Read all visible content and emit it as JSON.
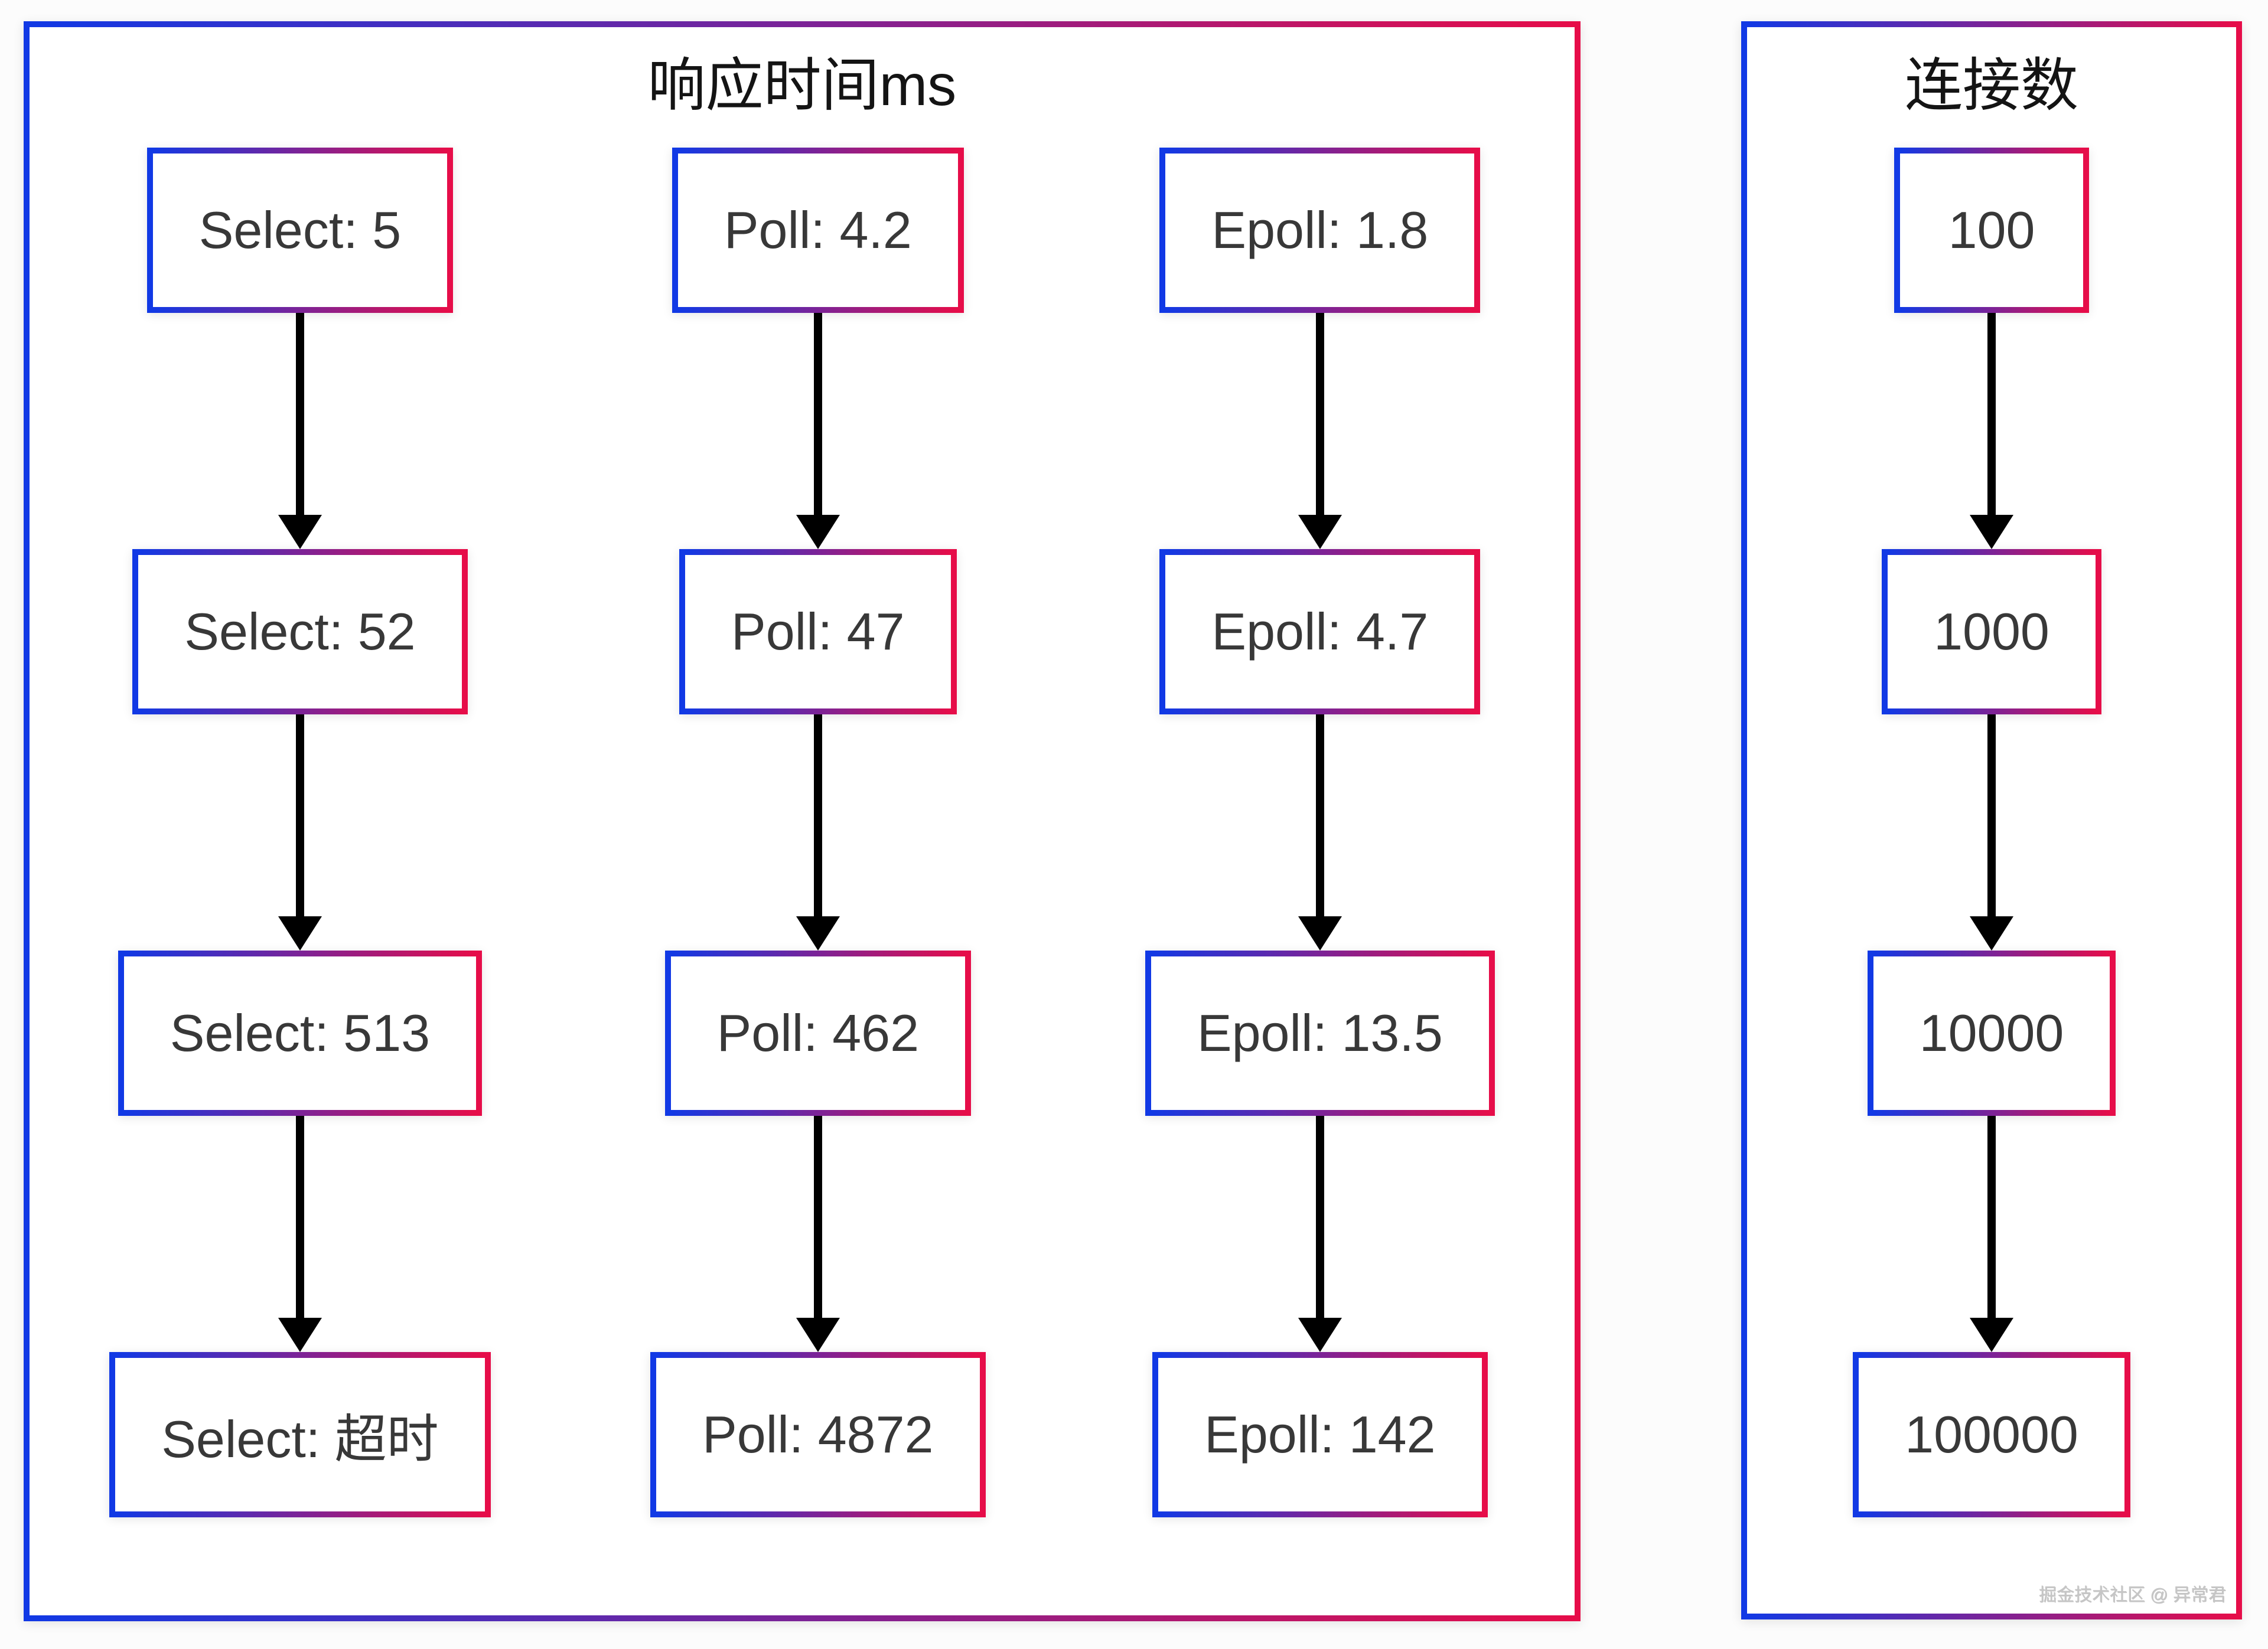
{
  "colors": {
    "gradient_start": "#1139e5",
    "gradient_end": "#e60d49",
    "arrow": "#000000",
    "node_text": "#383838",
    "title_text": "#141414",
    "node_background": "#ffffff",
    "watermark_text": "#c6c6c6"
  },
  "panels": [
    {
      "title": "响应时间ms",
      "columns": [
        [
          "Select: 5",
          "Select: 52",
          "Select: 513",
          "Select: 超时"
        ],
        [
          "Poll: 4.2",
          "Poll: 47",
          "Poll: 462",
          "Poll: 4872"
        ],
        [
          "Epoll: 1.8",
          "Epoll: 4.7",
          "Epoll: 13.5",
          "Epoll: 142"
        ]
      ]
    },
    {
      "title": "连接数",
      "columns": [
        [
          "100",
          "1000",
          "10000",
          "100000"
        ]
      ]
    }
  ],
  "watermark": "掘金技术社区 @ 异常君"
}
